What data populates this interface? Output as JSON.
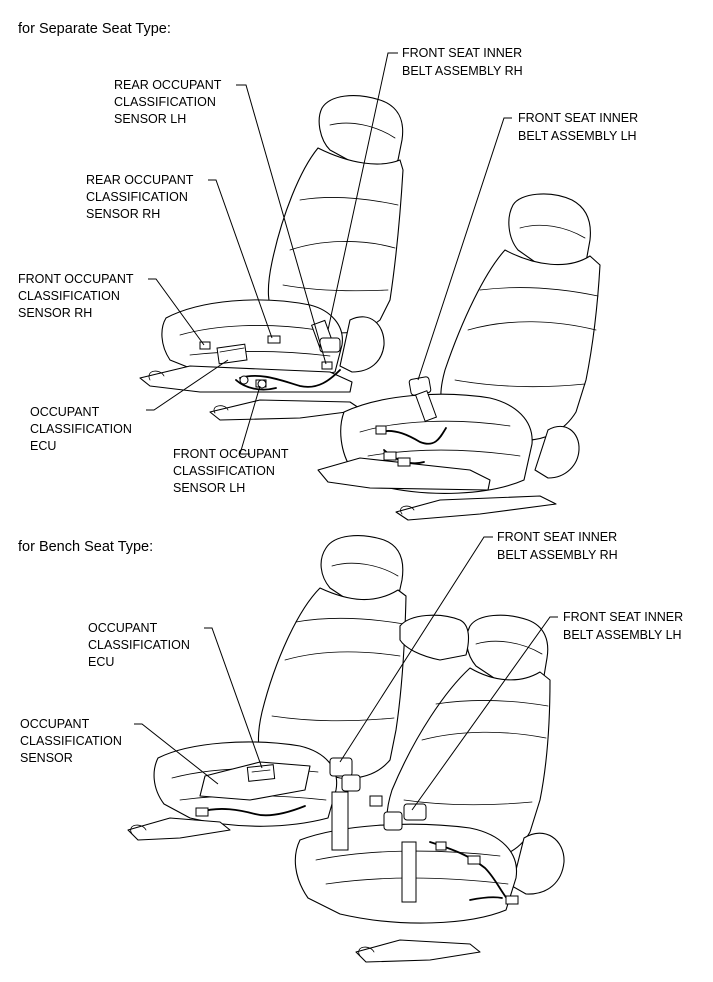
{
  "sections": {
    "separate": {
      "heading": "for Separate Seat Type:",
      "labels": {
        "fr_belt_rh": [
          "FRONT SEAT INNER",
          "BELT ASSEMBLY RH"
        ],
        "fr_belt_lh": [
          "FRONT SEAT INNER",
          "BELT ASSEMBLY LH"
        ],
        "rear_sensor_lh": [
          "REAR OCCUPANT",
          "CLASSIFICATION",
          "SENSOR LH"
        ],
        "rear_sensor_rh": [
          "REAR OCCUPANT",
          "CLASSIFICATION",
          "SENSOR RH"
        ],
        "front_sensor_rh": [
          "FRONT OCCUPANT",
          "CLASSIFICATION",
          "SENSOR RH"
        ],
        "ecu": [
          "OCCUPANT",
          "CLASSIFICATION",
          "ECU"
        ],
        "front_sensor_lh": [
          "FRONT OCCUPANT",
          "CLASSIFICATION",
          "SENSOR LH"
        ]
      }
    },
    "bench": {
      "heading": "for Bench Seat Type:",
      "labels": {
        "fr_belt_rh": [
          "FRONT SEAT INNER",
          "BELT ASSEMBLY RH"
        ],
        "fr_belt_lh": [
          "FRONT SEAT INNER",
          "BELT ASSEMBLY LH"
        ],
        "ecu": [
          "OCCUPANT",
          "CLASSIFICATION",
          "ECU"
        ],
        "sensor": [
          "OCCUPANT",
          "CLASSIFICATION",
          "SENSOR"
        ]
      }
    }
  }
}
